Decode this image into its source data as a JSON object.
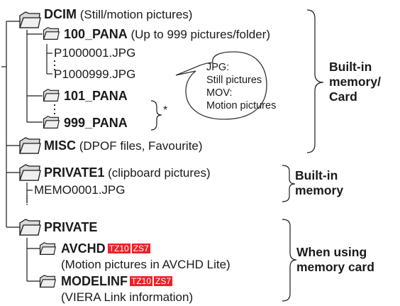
{
  "tree": {
    "dcim": {
      "name": "DCIM",
      "desc": "(Still/motion pictures)"
    },
    "pana100": {
      "name": "100_PANA",
      "desc": "(Up to 999 pictures/folder)"
    },
    "file_first": "P1000001.JPG",
    "file_last": "P1000999.JPG",
    "pana101": {
      "name": "101_PANA"
    },
    "pana999": {
      "name": "999_PANA"
    },
    "asterisk": "*",
    "misc": {
      "name": "MISC",
      "desc": "(DPOF files, Favourite)"
    },
    "private1": {
      "name": "PRIVATE1",
      "desc": "(clipboard pictures)"
    },
    "memo": "MEMO0001.JPG",
    "private": {
      "name": "PRIVATE"
    },
    "avchd": {
      "name": "AVCHD",
      "desc": "(Motion pictures in AVCHD Lite)"
    },
    "modelinf": {
      "name": "MODELINF",
      "desc": "(VIERA Link information)"
    },
    "badges": {
      "tz10": "TZ10",
      "zs7": "ZS7"
    }
  },
  "bubble": {
    "line1": "JPG:",
    "line2": "Still pictures",
    "line3": "MOV:",
    "line4": "Motion pictures"
  },
  "labels": {
    "builtin_card": [
      "Built-in",
      "memory/",
      "Card"
    ],
    "builtin": [
      "Built-in",
      "memory"
    ],
    "memcard": [
      "When using",
      "memory card"
    ]
  },
  "colors": {
    "badge": "#e8242a",
    "line": "#1a1a1a",
    "folder": "#d9d9d9"
  },
  "icons": {
    "folder": "folder-icon"
  }
}
